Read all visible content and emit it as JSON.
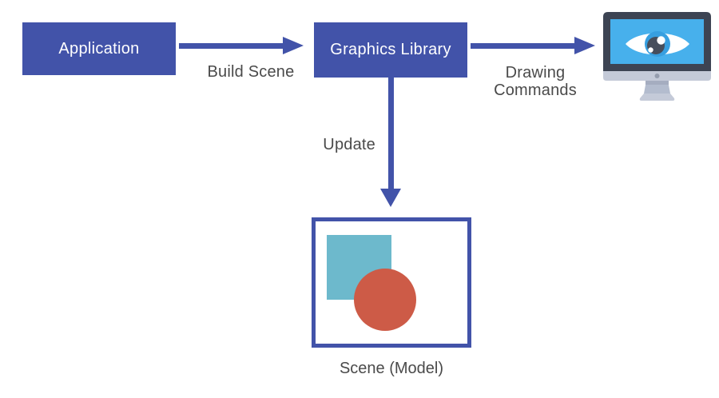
{
  "diagram": {
    "nodes": {
      "application": {
        "label": "Application"
      },
      "graphics_library": {
        "label": "Graphics Library"
      },
      "scene": {
        "caption": "Scene (Model)",
        "shapes": [
          "teal-square",
          "red-circle"
        ]
      },
      "display": {
        "icon": "eye-monitor-icon"
      }
    },
    "edges": {
      "build_scene": {
        "label": "Build Scene",
        "from": "application",
        "to": "graphics_library",
        "direction": "right"
      },
      "drawing_commands": {
        "label": "Drawing Commands",
        "from": "graphics_library",
        "to": "display",
        "direction": "right"
      },
      "update": {
        "label": "Update",
        "from": "graphics_library",
        "to": "scene",
        "direction": "down"
      }
    },
    "colors": {
      "indigo": "#4253a9",
      "label_gray": "#4a4a4a",
      "teal_square": "#6db9cc",
      "red_circle": "#cd5b47",
      "screen_blue": "#47b0ec",
      "iris_blue": "#379fe0",
      "pupil_slate": "#464e5c",
      "monitor_frame": "#3d4453",
      "monitor_bezel": "#c4cad8",
      "monitor_stand": "#b3bcce",
      "background": "#ffffff"
    }
  }
}
